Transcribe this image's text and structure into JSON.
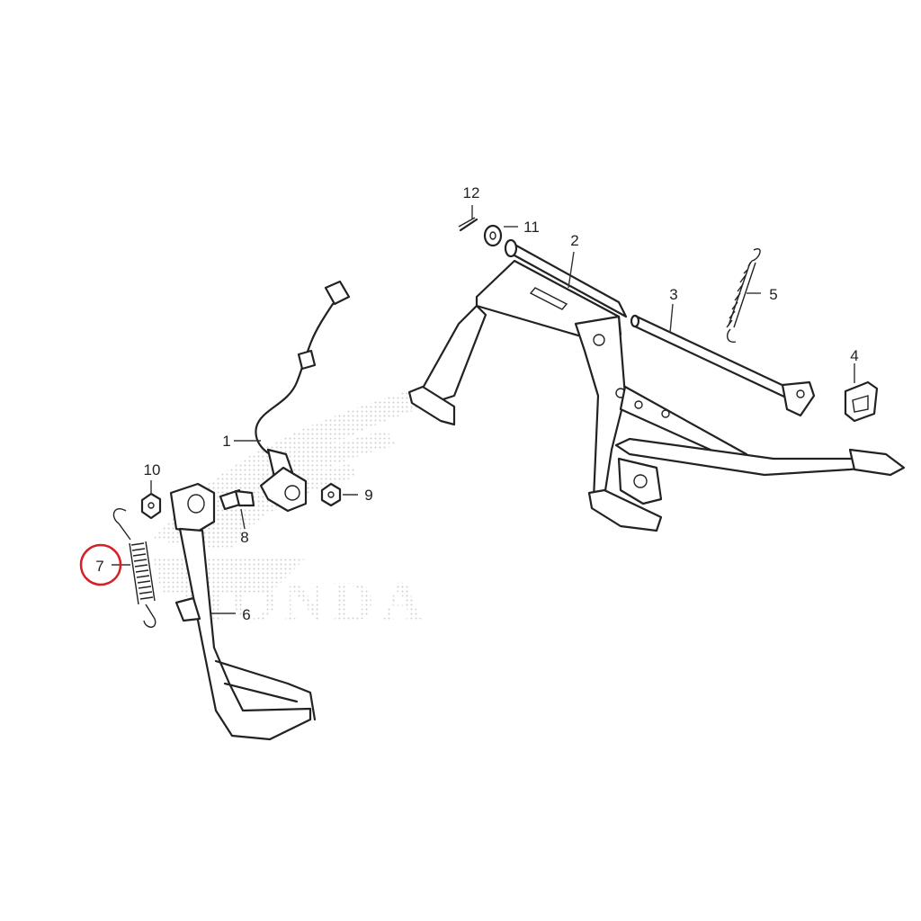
{
  "diagram": {
    "watermark_text": "HONDA",
    "highlight_color": "#d61f26",
    "highlighted_part": "7",
    "callouts": [
      {
        "id": "c1",
        "label": "1"
      },
      {
        "id": "c2",
        "label": "2"
      },
      {
        "id": "c3",
        "label": "3"
      },
      {
        "id": "c4",
        "label": "4"
      },
      {
        "id": "c5",
        "label": "5"
      },
      {
        "id": "c6",
        "label": "6"
      },
      {
        "id": "c7",
        "label": "7"
      },
      {
        "id": "c8",
        "label": "8"
      },
      {
        "id": "c9",
        "label": "9"
      },
      {
        "id": "c10",
        "label": "10"
      },
      {
        "id": "c11",
        "label": "11"
      },
      {
        "id": "c12",
        "label": "12"
      }
    ]
  }
}
